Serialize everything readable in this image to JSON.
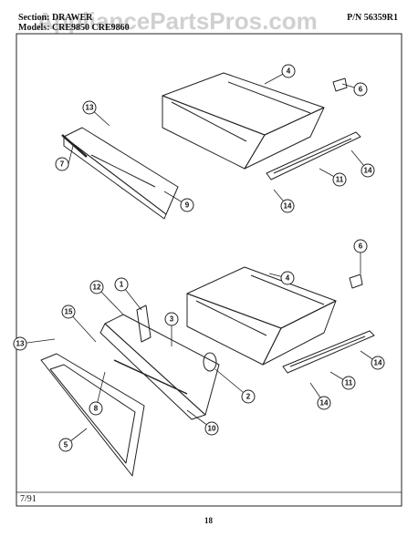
{
  "header": {
    "section": "Section: DRAWER",
    "models": "Models: CRE9850 CRE9860",
    "part_number": "P/N 56359R1"
  },
  "watermark": "AppliancePartsPros.com",
  "footer": {
    "date": "7/91",
    "page_number": "18"
  },
  "callouts": {
    "c1": "1",
    "c2": "2",
    "c3": "3",
    "c4a": "4",
    "c4b": "4",
    "c5": "5",
    "c6a": "6",
    "c6b": "6",
    "c7": "7",
    "c8": "8",
    "c9": "9",
    "c10": "10",
    "c11a": "11",
    "c11b": "11",
    "c12": "12",
    "c13a": "13",
    "c13b": "13",
    "c14a": "14",
    "c14b": "14",
    "c14c": "14",
    "c14d": "14",
    "c15": "15"
  }
}
